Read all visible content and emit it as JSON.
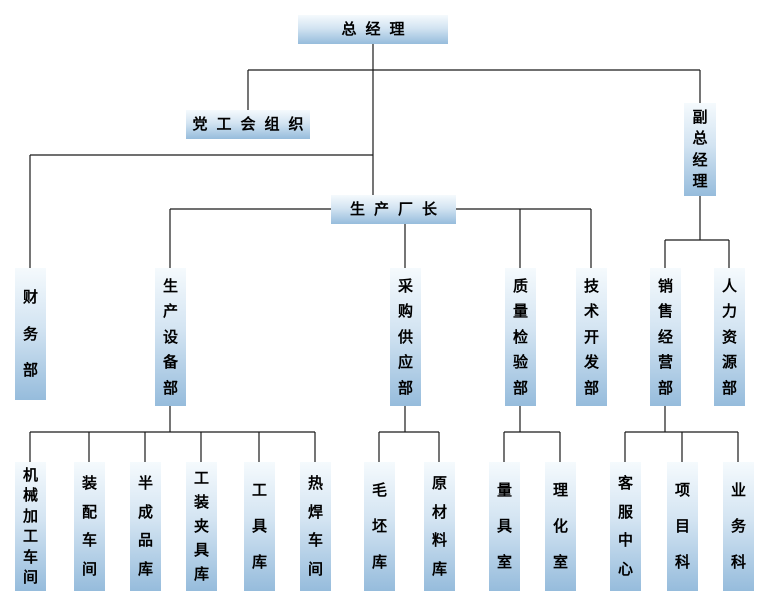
{
  "colors": {
    "line": "#1a1a1a",
    "box_top": "#f5fafd",
    "box_mid": "#d3e4f2",
    "box_bottom": "#96bcdc",
    "text": "#000000"
  },
  "org": {
    "general_manager": "总经理",
    "party_union": "党工会组织",
    "deputy_general_manager": "副总经理",
    "production_director": "生产厂长",
    "departments": [
      "财务部",
      "生产设备部",
      "采购供应部",
      "质量检验部",
      "技术开发部",
      "销售经营部",
      "人力资源部"
    ],
    "sub_units": [
      "机械加工车间",
      "装配车间",
      "半成品库",
      "工装夹具库",
      "工具库",
      "热焊车间",
      "毛坯库",
      "原材料库",
      "量具室",
      "理化室",
      "客服中心",
      "项目科",
      "业务科"
    ]
  }
}
